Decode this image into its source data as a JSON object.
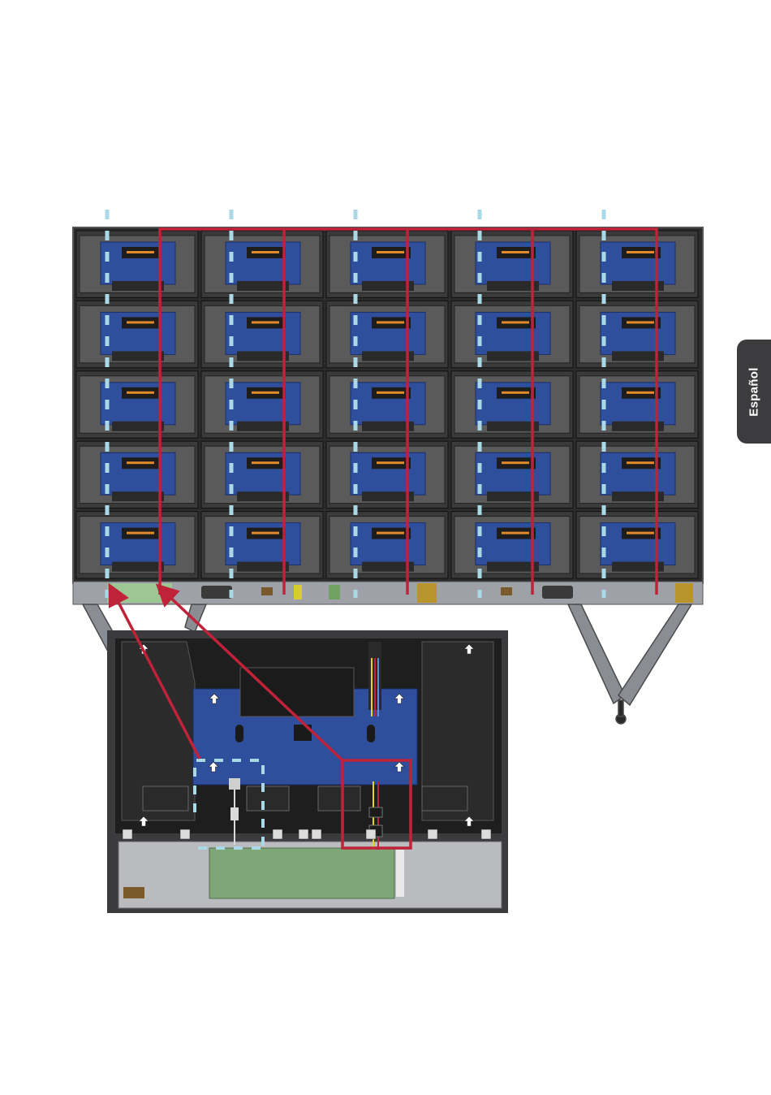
{
  "side_tab": {
    "label": "Español"
  },
  "wall": {
    "columns": 5,
    "rows": 5
  },
  "colors": {
    "cabinet_frame": "#3a3a3a",
    "cabinet_module": "#5a5a5a",
    "receiving_card": "#2f4f9c",
    "power_supply_accent": "#e08a2a",
    "power_cable": "#c0223a",
    "data_cable": "#a9d8e6",
    "control_box_board": "#7fa676",
    "mount_bracket": "#8a8d93"
  },
  "icons": [
    "arrow-up-icon",
    "callout-arrow-icon"
  ]
}
